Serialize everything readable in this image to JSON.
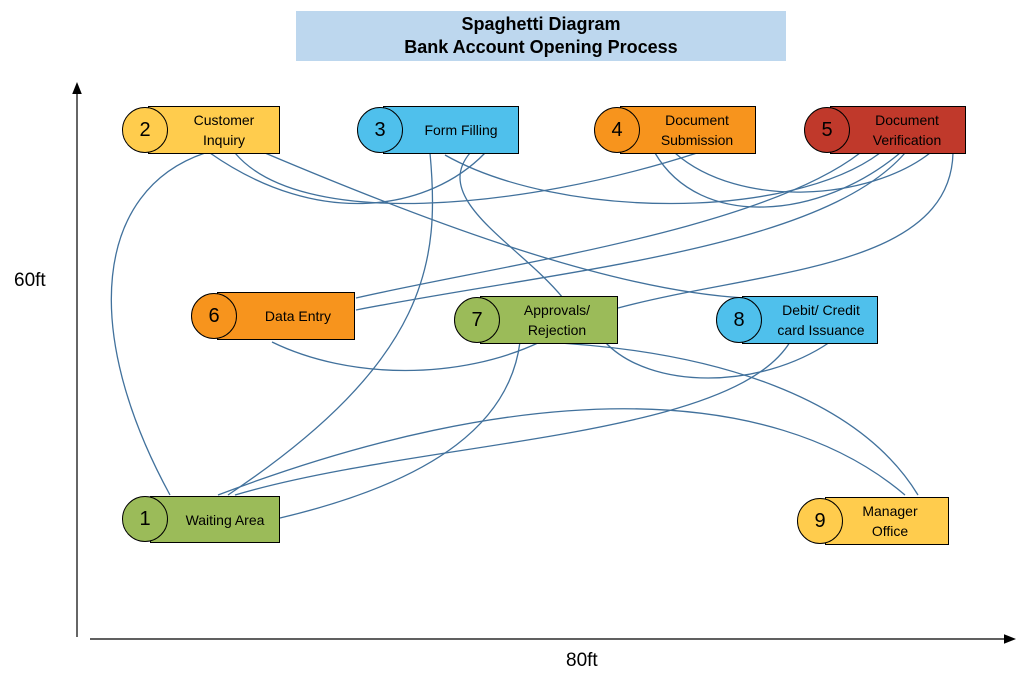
{
  "title": {
    "line1": "Spaghetti Diagram",
    "line2": "Bank Account Opening Process"
  },
  "axes": {
    "y_label": "60ft",
    "x_label": "80ft"
  },
  "colors": {
    "green": "#9bbb59",
    "yellow": "#ffcc4d",
    "blue": "#4fc0ec",
    "orange": "#f7941d",
    "red": "#c0392b",
    "path": "#41719c"
  },
  "nodes": [
    {
      "id": 1,
      "number": "1",
      "label": "Waiting Area",
      "color": "green"
    },
    {
      "id": 2,
      "number": "2",
      "label": "Customer Inquiry",
      "color": "yellow"
    },
    {
      "id": 3,
      "number": "3",
      "label": "Form Filling",
      "color": "blue"
    },
    {
      "id": 4,
      "number": "4",
      "label": "Document Submission",
      "color": "orange"
    },
    {
      "id": 5,
      "number": "5",
      "label": "Document Verification",
      "color": "red"
    },
    {
      "id": 6,
      "number": "6",
      "label": "Data Entry",
      "color": "orange"
    },
    {
      "id": 7,
      "number": "7",
      "label": "Approvals/ Rejection",
      "color": "green"
    },
    {
      "id": 8,
      "number": "8",
      "label": "Debit/ Credit card Issuance",
      "color": "blue"
    },
    {
      "id": 9,
      "number": "9",
      "label": "Manager Office",
      "color": "yellow"
    }
  ]
}
